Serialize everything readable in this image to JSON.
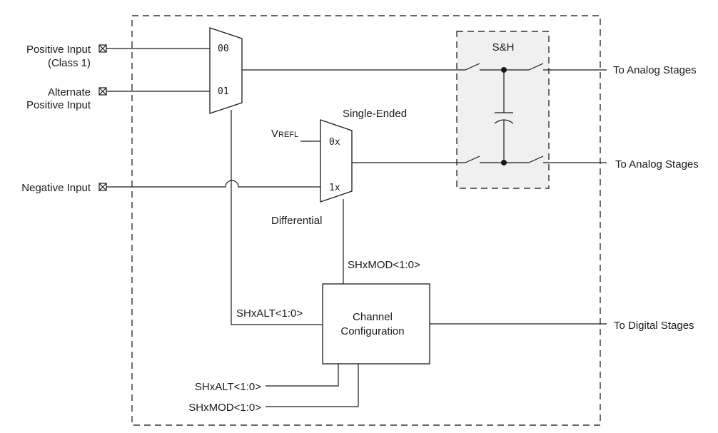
{
  "diagram": {
    "inputs": {
      "positive": [
        "Positive Input",
        "(Class 1)"
      ],
      "alternate": [
        "Alternate",
        "Positive Input"
      ],
      "negative": "Negative Input"
    },
    "mux1": {
      "sel0": "00",
      "sel1": "01"
    },
    "mux2": {
      "title": "Single-Ended",
      "vref_main": "V",
      "vref_sub": "REFL",
      "sel0": "0x",
      "sel1": "1x",
      "bottom_label": "Differential"
    },
    "sample_hold": {
      "label": "S&H"
    },
    "channel_config": {
      "line1": "Channel",
      "line2": "Configuration"
    },
    "signals": {
      "shxmod_top": "SHxMOD<1:0>",
      "shxalt_left": "SHxALT<1:0>",
      "shxalt_bottom": "SHxALT<1:0>",
      "shxmod_bottom": "SHxMOD<1:0>"
    },
    "outputs": {
      "analog1": "To Analog Stages",
      "analog2": "To Analog Stages",
      "digital": "To Digital Stages"
    }
  }
}
